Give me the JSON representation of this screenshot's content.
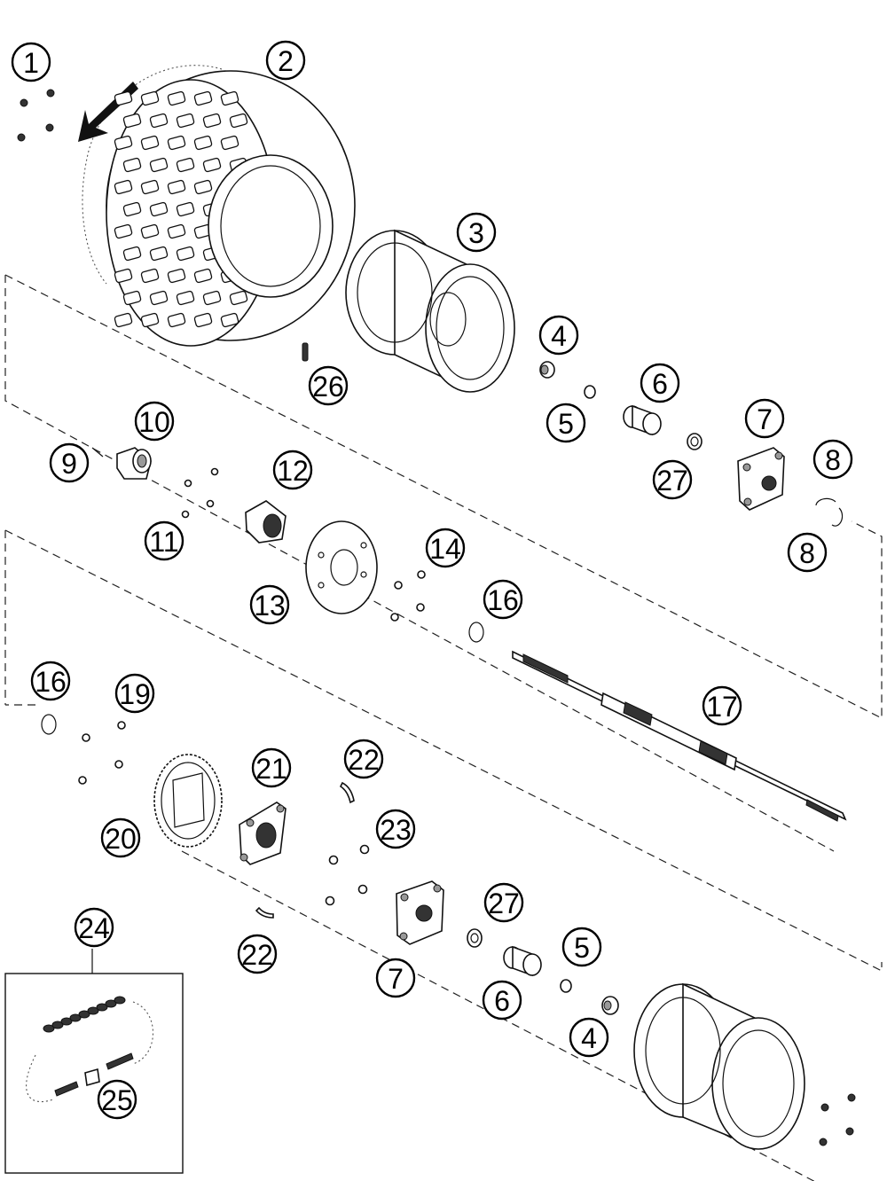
{
  "callouts": [
    "1",
    "2",
    "3",
    "4",
    "5",
    "6",
    "7",
    "8",
    "9",
    "10",
    "11",
    "12",
    "13",
    "14",
    "16",
    "17",
    "19",
    "20",
    "21",
    "22",
    "23",
    "24",
    "25",
    "26",
    "27"
  ],
  "colors": {
    "line": "#111111",
    "background": "#ffffff"
  }
}
